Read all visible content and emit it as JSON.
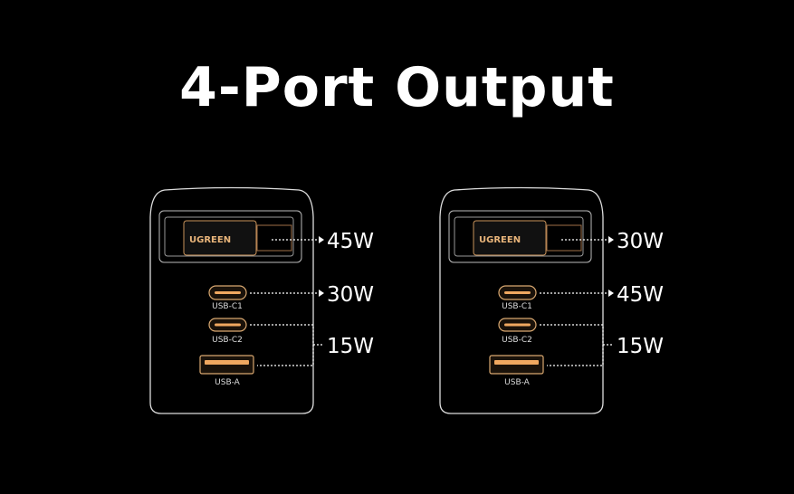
{
  "title": "4-Port Output",
  "accent_color": "#f0a860",
  "diagrams": [
    {
      "brand": "UGREEN",
      "cable_watt": "45W",
      "c1_label": "USB-C1",
      "c1_watt": "30W",
      "c2_label": "USB-C2",
      "a_label": "USB-A",
      "shared_watt": "15W"
    },
    {
      "brand": "UGREEN",
      "cable_watt": "30W",
      "c1_label": "USB-C1",
      "c1_watt": "45W",
      "c2_label": "USB-C2",
      "a_label": "USB-A",
      "shared_watt": "15W"
    }
  ]
}
